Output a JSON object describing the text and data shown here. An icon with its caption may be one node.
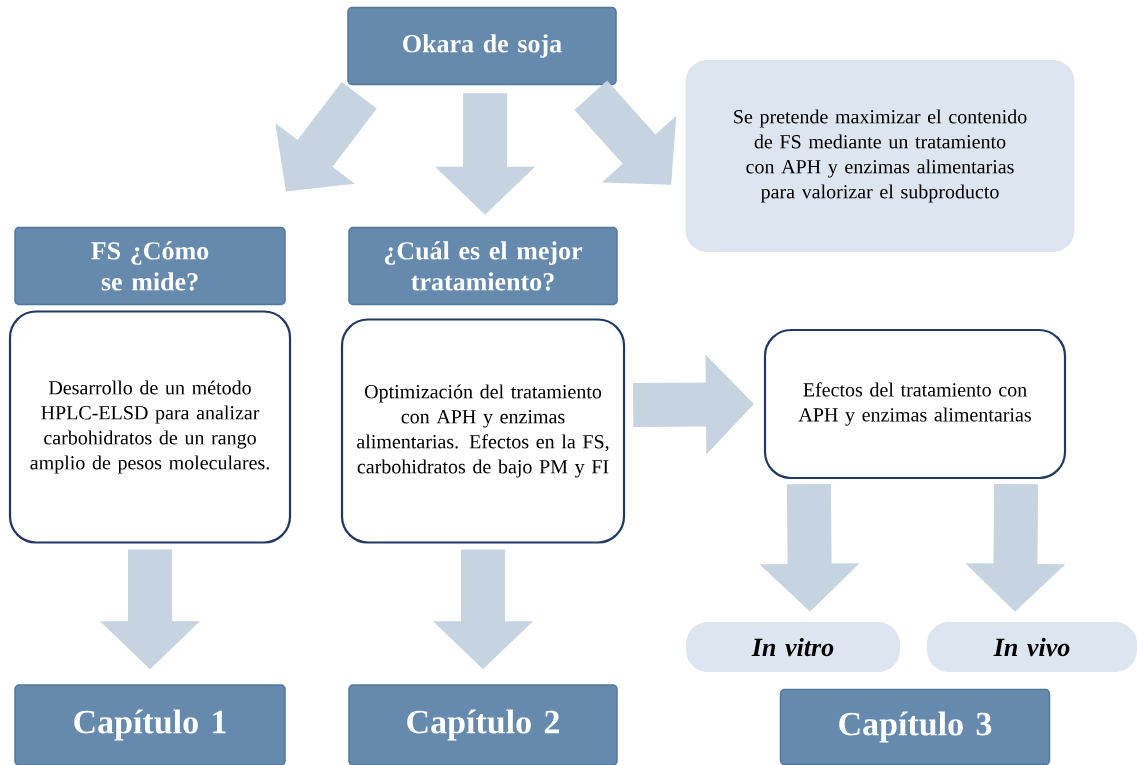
{
  "diagram": {
    "nodes": [
      {
        "text": [
          "Okara de soja"
        ]
      },
      {
        "text": [
          "Se pretende maximizar el contenido de FS mediante un tratamiento con APH y enzimas alimentarias para valorizar el subproducto"
        ]
      },
      {
        "text": [
          "FS ¿Cómo se mide?"
        ]
      },
      {
        "text": [
          "¿Cuál es el mejor tratamiento?"
        ]
      },
      {
        "text": [
          "Desarrollo de un método HPLC-ELSD para analizar carbohidratos de un rango amplio de pesos moleculares."
        ]
      },
      {
        "text": [
          "Optimización del tratamiento con APH y enzimas alimentarias. Efectos en la FS, carbohidratos de bajo PM y FI"
        ]
      },
      {
        "text": [
          "Efectos del tratamiento con APH y enzimas alimentarias"
        ]
      },
      {
        "text": [
          "In vitro"
        ]
      },
      {
        "text": [
          "In vivo"
        ]
      },
      {
        "text": [
          "Capítulo 1"
        ]
      },
      {
        "text": [
          "Capítulo 2"
        ]
      },
      {
        "text": [
          "Capítulo 3"
        ]
      }
    ],
    "edges": [
      {
        "from": 0,
        "to": 2,
        "arrow": "to"
      },
      {
        "from": 0,
        "to": 3,
        "arrow": "to"
      },
      {
        "from": 0,
        "to": 1,
        "arrow": "to"
      },
      {
        "from": 4,
        "to": 9,
        "arrow": "to"
      },
      {
        "from": 5,
        "to": 10,
        "arrow": "to"
      },
      {
        "from": 5,
        "to": 6,
        "arrow": "to"
      },
      {
        "from": 6,
        "to": 7,
        "arrow": "to"
      },
      {
        "from": 6,
        "to": 8,
        "arrow": "to"
      }
    ]
  }
}
